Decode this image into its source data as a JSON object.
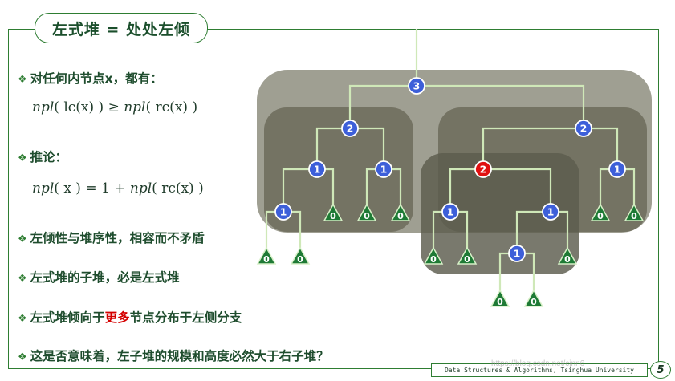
{
  "title": "左式堆 = 处处左倾",
  "bullets": {
    "b1": "对任何内节点x，都有：",
    "b2": "推论：",
    "b3": "左倾性与堆序性，相容而不矛盾",
    "b4": "左式堆的子堆，必是左式堆",
    "b5_pre": "左式堆倾向于",
    "b5_hl": "更多",
    "b5_post": "节点分布于左侧分支",
    "b6": "这是否意味着，左子堆的规模和高度必然大于右子堆？"
  },
  "formulas": {
    "f1_a": "npl",
    "f1_b": "( lc(x) ) ≥ ",
    "f1_c": "npl",
    "f1_d": "( rc(x) )",
    "f2_a": "npl",
    "f2_b": "( x ) = 1 + ",
    "f2_c": "npl",
    "f2_d": "( rc(x) )"
  },
  "footer": "Data Structures & Algorithms, Tsinghua University",
  "watermark": "https://blog.csdn.net/cjnn6",
  "page_number": "5",
  "colors": {
    "frame": "#2e7d32",
    "node_blue": "#3d5fd9",
    "node_red": "#e01010",
    "leaf_green": "#1e7a35",
    "highlight": "#d40000"
  },
  "tree": {
    "nodes": [
      {
        "id": "n3",
        "label": "3",
        "color": "blue"
      },
      {
        "id": "nL2",
        "label": "2",
        "color": "blue"
      },
      {
        "id": "nR2",
        "label": "2",
        "color": "blue"
      },
      {
        "id": "nLL1",
        "label": "1",
        "color": "blue"
      },
      {
        "id": "nLR1",
        "label": "1",
        "color": "blue"
      },
      {
        "id": "nLLL1",
        "label": "1",
        "color": "blue"
      },
      {
        "id": "nRL2",
        "label": "2",
        "color": "red"
      },
      {
        "id": "nRR1",
        "label": "1",
        "color": "blue"
      },
      {
        "id": "nRLL1",
        "label": "1",
        "color": "blue"
      },
      {
        "id": "nRLR1",
        "label": "1",
        "color": "blue"
      },
      {
        "id": "nRLRL1",
        "label": "1",
        "color": "blue"
      }
    ],
    "leaf_label": "0"
  }
}
